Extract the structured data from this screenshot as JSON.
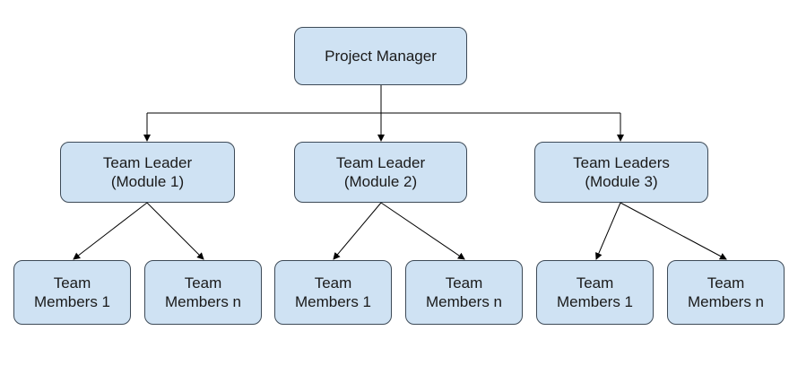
{
  "manager": {
    "label": "Project Manager"
  },
  "leaders": [
    {
      "line1": "Team Leader",
      "line2": "(Module 1)"
    },
    {
      "line1": "Team Leader",
      "line2": "(Module 2)"
    },
    {
      "line1": "Team Leaders",
      "line2": "(Module 3)"
    }
  ],
  "members": [
    {
      "line1": "Team",
      "line2": "Members 1"
    },
    {
      "line1": "Team",
      "line2": "Members n"
    },
    {
      "line1": "Team",
      "line2": "Members 1"
    },
    {
      "line1": "Team",
      "line2": "Members n"
    },
    {
      "line1": "Team",
      "line2": "Members 1"
    },
    {
      "line1": "Team",
      "line2": "Members n"
    }
  ],
  "colors": {
    "node_fill": "#cfe2f3",
    "node_border": "#3d4a57",
    "connector": "#000000"
  }
}
